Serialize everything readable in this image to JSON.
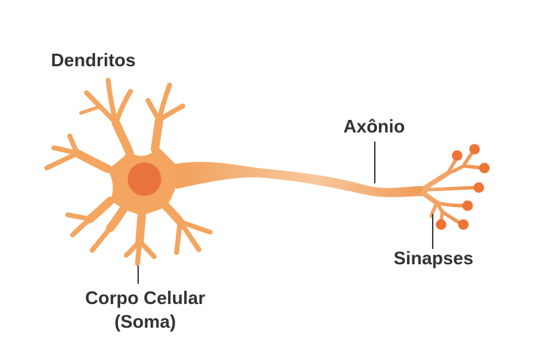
{
  "labels": {
    "dendrites": "Dendritos",
    "axon": "Axônio",
    "cell_body_line1": "Corpo Celular",
    "cell_body_line2": "(Soma)",
    "synapses": "Sinapses"
  },
  "colors": {
    "background": "#FFFFFF",
    "body_orange": "#F4A55F",
    "axon_start": "#F2A15C",
    "axon_mid": "#F8C79D",
    "axon_end": "#EF9A52",
    "terminal_base": "#F4AD74",
    "terminal_tip": "#ED8640",
    "bouton_orange": "#ED7434",
    "nucleus_orange": "#E8743C",
    "label_text": "#333333",
    "pointer_line": "#3F3F3F"
  }
}
